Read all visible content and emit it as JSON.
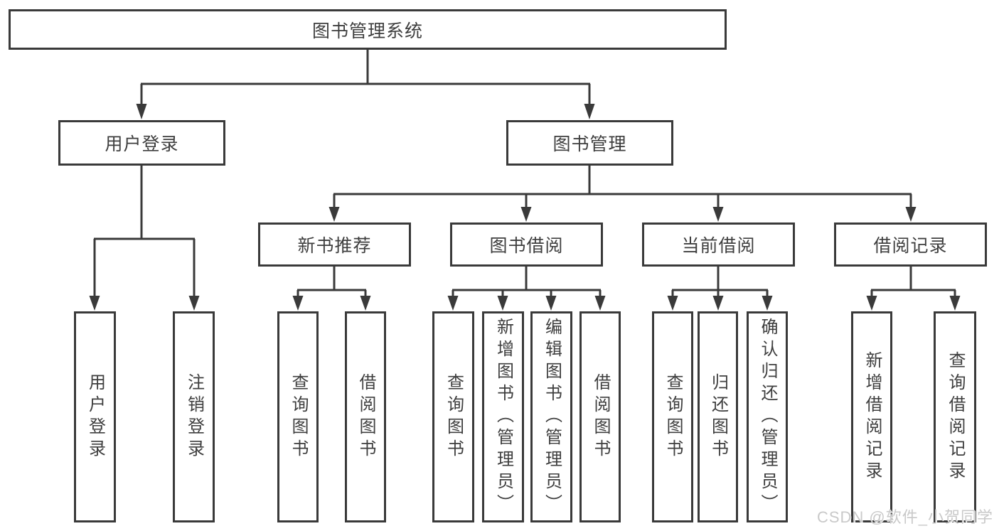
{
  "tree": {
    "label": "图书管理系统",
    "children": [
      {
        "label": "用户登录",
        "children": [
          {
            "label": "用户登录"
          },
          {
            "label": "注销登录"
          }
        ]
      },
      {
        "label": "图书管理",
        "children": [
          {
            "label": "新书推荐",
            "children": [
              {
                "label": "查询图书"
              },
              {
                "label": "借阅图书"
              }
            ]
          },
          {
            "label": "图书借阅",
            "children": [
              {
                "label": "查询图书"
              },
              {
                "label": "新增图书（管理员）"
              },
              {
                "label": "编辑图书（管理员）"
              },
              {
                "label": "借阅图书"
              }
            ]
          },
          {
            "label": "当前借阅",
            "children": [
              {
                "label": "查询图书"
              },
              {
                "label": "归还图书"
              },
              {
                "label": "确认归还（管理员）"
              }
            ]
          },
          {
            "label": "借阅记录",
            "children": [
              {
                "label": "新增借阅记录"
              },
              {
                "label": "查询借阅记录"
              }
            ]
          }
        ]
      }
    ]
  },
  "watermark": "CSDN @软件_小贺同学",
  "colors": {
    "line": "#3a3a3a",
    "box_border": "#3a3a3a",
    "text": "#3e3e3e",
    "watermark": "#c9c9c9",
    "background": "#ffffff"
  }
}
